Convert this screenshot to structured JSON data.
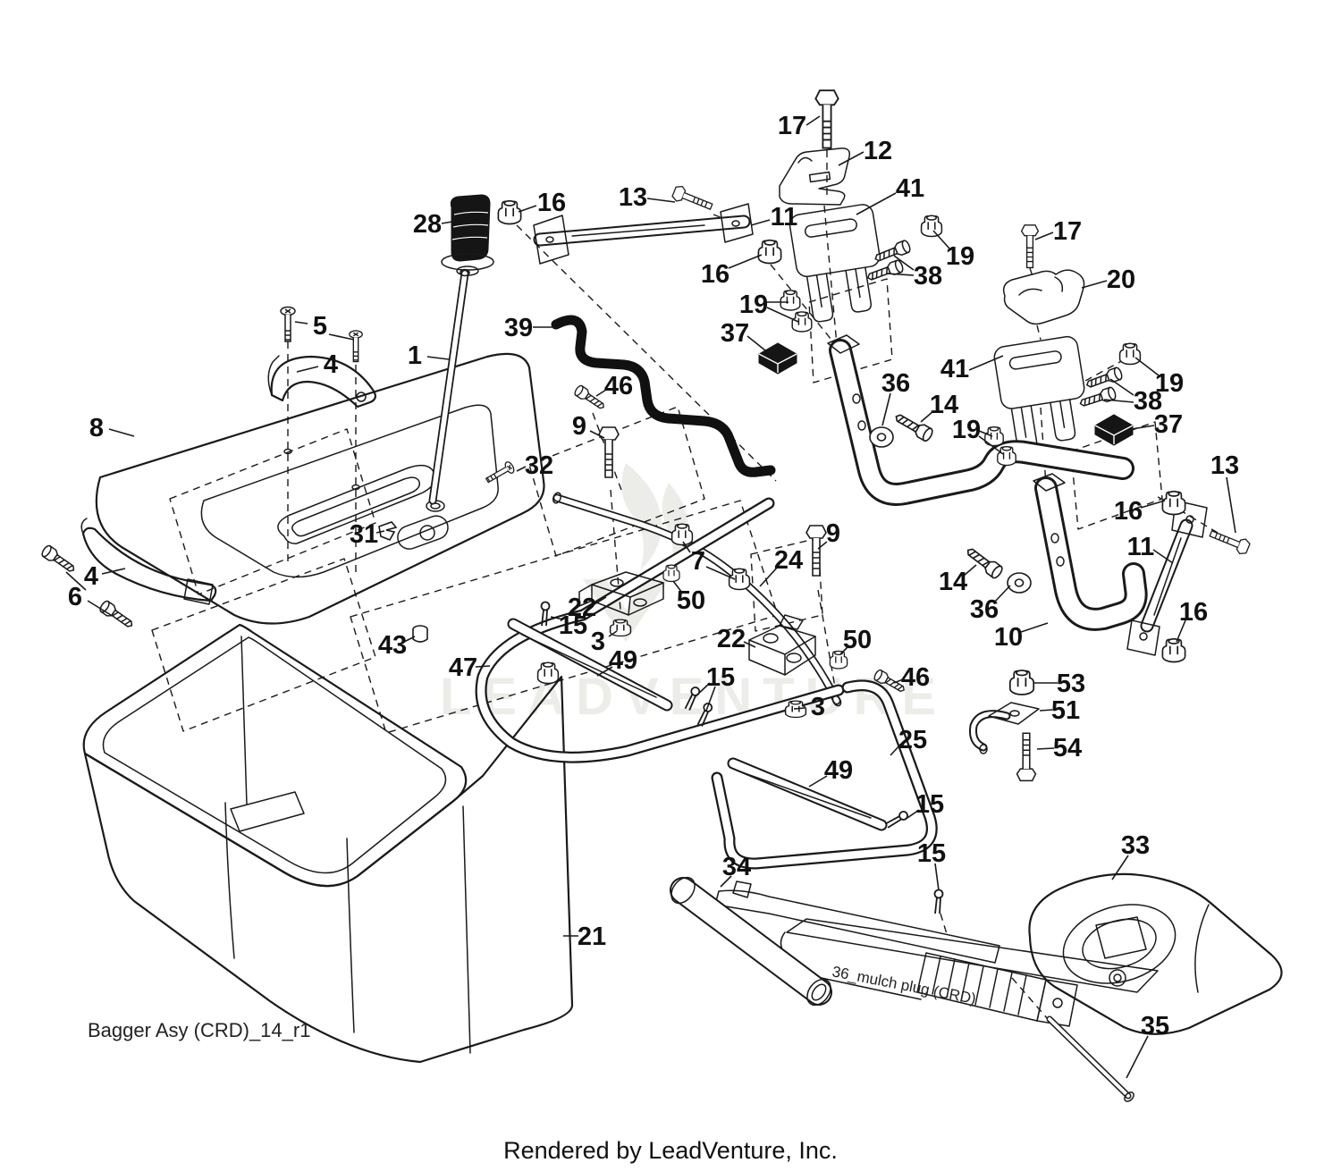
{
  "diagram": {
    "caption": "Bagger Asy (CRD)_14_r1",
    "credit": "Rendered by LeadVenture, Inc.",
    "watermark": "LEADVENTURE",
    "inline_note": "36_mulch plug (CRD)"
  },
  "colors": {
    "line": "#1a1a1a",
    "background": "#ffffff",
    "watermark": "#ecece9",
    "solid_parts": "#111111"
  },
  "parts_listed": [
    1,
    3,
    4,
    5,
    6,
    7,
    8,
    9,
    10,
    11,
    12,
    13,
    14,
    15,
    16,
    17,
    19,
    20,
    21,
    22,
    24,
    25,
    28,
    31,
    32,
    33,
    34,
    35,
    36,
    37,
    38,
    39,
    41,
    43,
    46,
    47,
    49,
    50,
    51,
    53,
    54
  ],
  "labels": [
    {
      "t": "17"
    },
    {
      "t": "12"
    },
    {
      "t": "13"
    },
    {
      "t": "16"
    },
    {
      "t": "11"
    },
    {
      "t": "16"
    },
    {
      "t": "41"
    },
    {
      "t": "38"
    },
    {
      "t": "19"
    },
    {
      "t": "39"
    },
    {
      "t": "28"
    },
    {
      "t": "17"
    },
    {
      "t": "19"
    },
    {
      "t": "20"
    },
    {
      "t": "41"
    },
    {
      "t": "19"
    },
    {
      "t": "38"
    },
    {
      "t": "37"
    },
    {
      "t": "13"
    },
    {
      "t": "5"
    },
    {
      "t": "4"
    },
    {
      "t": "1"
    },
    {
      "t": "37"
    },
    {
      "t": "36"
    },
    {
      "t": "14"
    },
    {
      "t": "19"
    },
    {
      "t": "9"
    },
    {
      "t": "46"
    },
    {
      "t": "8"
    },
    {
      "t": "32"
    },
    {
      "t": "31"
    },
    {
      "t": "16"
    },
    {
      "t": "11"
    },
    {
      "t": "14"
    },
    {
      "t": "36"
    },
    {
      "t": "9"
    },
    {
      "t": "24"
    },
    {
      "t": "7"
    },
    {
      "t": "50"
    },
    {
      "t": "22"
    },
    {
      "t": "15"
    },
    {
      "t": "3"
    },
    {
      "t": "22"
    },
    {
      "t": "50"
    },
    {
      "t": "46"
    },
    {
      "t": "3"
    },
    {
      "t": "47"
    },
    {
      "t": "49"
    },
    {
      "t": "15"
    },
    {
      "t": "25"
    },
    {
      "t": "49"
    },
    {
      "t": "15"
    },
    {
      "t": "53"
    },
    {
      "t": "51"
    },
    {
      "t": "54"
    },
    {
      "t": "10"
    },
    {
      "t": "16"
    },
    {
      "t": "21"
    },
    {
      "t": "34"
    },
    {
      "t": "15"
    },
    {
      "t": "33"
    },
    {
      "t": "35"
    },
    {
      "t": "6"
    },
    {
      "t": "4"
    },
    {
      "t": "43"
    }
  ]
}
